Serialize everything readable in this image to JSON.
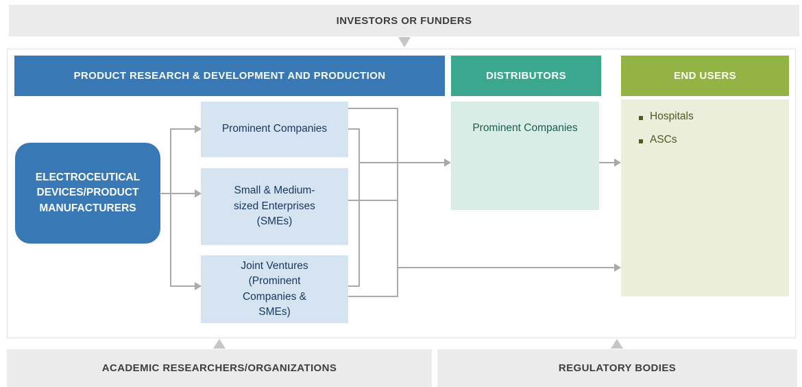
{
  "top_banner": {
    "label": "INVESTORS OR FUNDERS"
  },
  "sections": {
    "rnd": {
      "header": "PRODUCT RESEARCH & DEVELOPMENT AND PRODUCTION"
    },
    "distributors": {
      "header": "DISTRIBUTORS",
      "box_label": "Prominent Companies"
    },
    "end_users": {
      "header": "END USERS",
      "items": [
        {
          "label": "Hospitals"
        },
        {
          "label": "ASCs"
        }
      ]
    }
  },
  "manufacturers": {
    "label": "ELECTROCEUTICAL DEVICES/PRODUCT MANUFACTURERS"
  },
  "producer_boxes": [
    {
      "label": "Prominent Companies"
    },
    {
      "label": "Small & Medium-sized Enterprises (SMEs)"
    },
    {
      "label": "Joint Ventures (Prominent Companies & SMEs)"
    }
  ],
  "bottom_banners": {
    "academic": {
      "label": "ACADEMIC RESEARCHERS/ORGANIZATIONS"
    },
    "regulatory": {
      "label": "REGULATORY BODIES"
    }
  },
  "colors": {
    "primary_blue": "#3878b5",
    "light_blue": "#d6e4f2",
    "teal": "#3aa78e",
    "light_teal": "#d9ece6",
    "green": "#93b445",
    "light_green": "#eaeeda",
    "banner_gray": "#ebebeb",
    "connector_gray": "#a9a9a9"
  }
}
